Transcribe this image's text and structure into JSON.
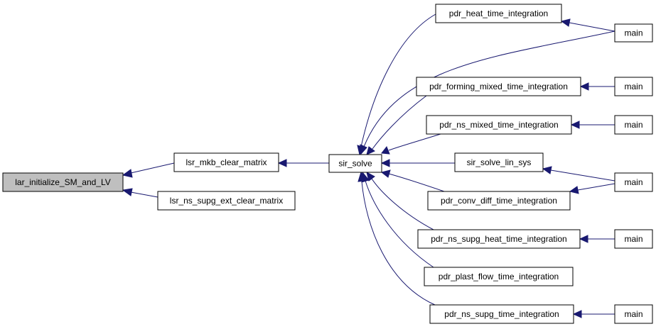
{
  "colors": {
    "edge": "#191970",
    "node_border": "#000000",
    "node_fill": "#ffffff",
    "highlight_fill": "#bfbfbf"
  },
  "nodes": [
    {
      "id": "lar",
      "label": "lar_initialize_SM_and_LV",
      "highlight": true
    },
    {
      "id": "lsr_mkb",
      "label": "lsr_mkb_clear_matrix"
    },
    {
      "id": "lsr_ns",
      "label": "lsr_ns_supg_ext_clear_matrix"
    },
    {
      "id": "sir",
      "label": "sir_solve"
    },
    {
      "id": "heat",
      "label": "pdr_heat_time_integration"
    },
    {
      "id": "forming",
      "label": "pdr_forming_mixed_time_integration"
    },
    {
      "id": "nsmixed",
      "label": "pdr_ns_mixed_time_integration"
    },
    {
      "id": "linsys",
      "label": "sir_solve_lin_sys"
    },
    {
      "id": "convdiff",
      "label": "pdr_conv_diff_time_integration"
    },
    {
      "id": "supgheat",
      "label": "pdr_ns_supg_heat_time_integration"
    },
    {
      "id": "plast",
      "label": "pdr_plast_flow_time_integration"
    },
    {
      "id": "supg",
      "label": "pdr_ns_supg_time_integration"
    },
    {
      "id": "main1",
      "label": "main"
    },
    {
      "id": "main2",
      "label": "main"
    },
    {
      "id": "main3",
      "label": "main"
    },
    {
      "id": "main4",
      "label": "main"
    },
    {
      "id": "main5",
      "label": "main"
    },
    {
      "id": "main6",
      "label": "main"
    }
  ],
  "edges": [
    {
      "from": "lsr_mkb",
      "to": "lar"
    },
    {
      "from": "lsr_ns",
      "to": "lar"
    },
    {
      "from": "sir",
      "to": "lsr_mkb"
    },
    {
      "from": "heat",
      "to": "sir"
    },
    {
      "from": "main1",
      "to": "sir"
    },
    {
      "from": "forming",
      "to": "sir"
    },
    {
      "from": "nsmixed",
      "to": "sir"
    },
    {
      "from": "linsys",
      "to": "sir"
    },
    {
      "from": "convdiff",
      "to": "sir"
    },
    {
      "from": "supgheat",
      "to": "sir"
    },
    {
      "from": "plast",
      "to": "sir"
    },
    {
      "from": "supg",
      "to": "sir"
    },
    {
      "from": "main1",
      "to": "heat"
    },
    {
      "from": "main2",
      "to": "forming"
    },
    {
      "from": "main3",
      "to": "nsmixed"
    },
    {
      "from": "main4",
      "to": "linsys"
    },
    {
      "from": "main4",
      "to": "convdiff"
    },
    {
      "from": "main5",
      "to": "supgheat"
    },
    {
      "from": "main6",
      "to": "supg"
    }
  ]
}
